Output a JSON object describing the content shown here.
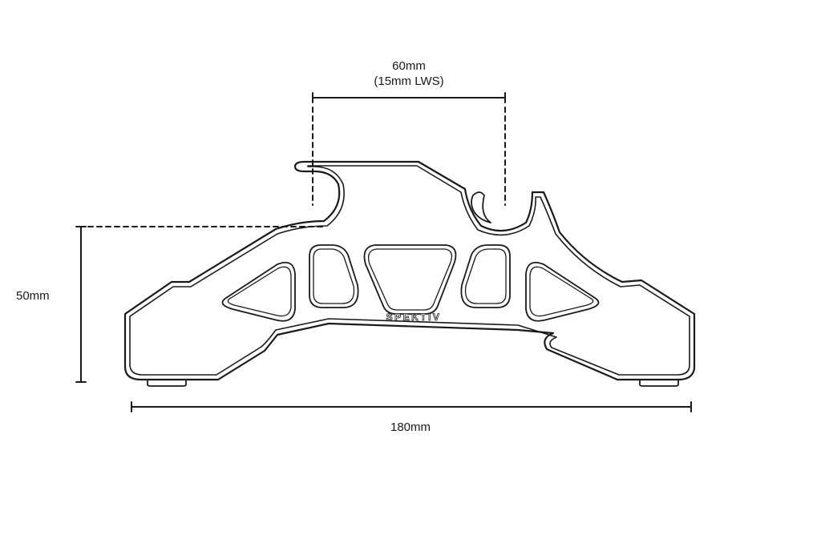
{
  "dimensions": {
    "width_label": "60mm",
    "width_sublabel": "(15mm LWS)",
    "height_label": "50mm",
    "length_label": "180mm"
  },
  "brand": {
    "logo_text": "SPEKTIV"
  },
  "colors": {
    "stroke": "#1a1a1a",
    "background": "#ffffff"
  }
}
